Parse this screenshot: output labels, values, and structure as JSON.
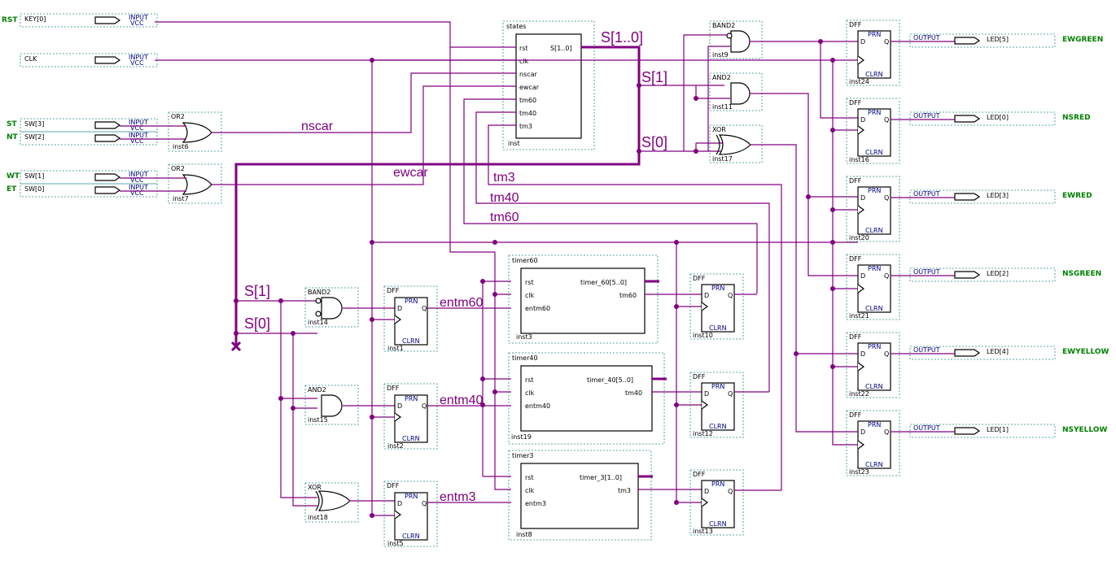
{
  "side_labels": {
    "rst": "RST",
    "st": "ST",
    "nt": "NT",
    "wt": "WT",
    "et": "ET"
  },
  "inputs": {
    "key0": "KEY[0]",
    "clk": "CLK",
    "sw3": "SW[3]",
    "sw2": "SW[2]",
    "sw1": "SW[1]",
    "sw0": "SW[0]",
    "input_word": "INPUT",
    "vcc_word": "VCC"
  },
  "or_gates": {
    "type": "OR2",
    "g1": "inst6",
    "g2": "inst7"
  },
  "states_block": {
    "header": "states",
    "inst": "inst",
    "pins": [
      "rst",
      "clk",
      "nscar",
      "ewcar",
      "tm60",
      "tm40",
      "tm3"
    ],
    "out": "S[1..0]"
  },
  "nets": {
    "bus": "S[1..0]",
    "s1": "S[1]",
    "s0": "S[0]",
    "nscar": "nscar",
    "ewcar": "ewcar",
    "tm3": "tm3",
    "tm40": "tm40",
    "tm60": "tm60",
    "entm60": "entm60",
    "entm40": "entm40",
    "entm3": "entm3",
    "bot_s1": "S[1]",
    "bot_s0": "S[0]"
  },
  "out_gates": [
    {
      "type": "BAND2",
      "inst": "inst9"
    },
    {
      "type": "AND2",
      "inst": "inst11"
    },
    {
      "type": "XOR",
      "inst": "inst17"
    }
  ],
  "lower_gates": [
    {
      "type": "BAND2",
      "inst": "inst14"
    },
    {
      "type": "AND2",
      "inst": "inst15"
    },
    {
      "type": "XOR",
      "inst": "inst18"
    }
  ],
  "dff_pins": {
    "type": "DFF",
    "prn": "PRN",
    "clrn": "CLRN",
    "d": "D",
    "q": "Q"
  },
  "dff_left": [
    "inst1",
    "inst2",
    "inst5"
  ],
  "dff_mid": [
    "inst10",
    "inst12",
    "inst13"
  ],
  "dff_right": [
    "inst24",
    "inst16",
    "inst20",
    "inst21",
    "inst22",
    "inst23"
  ],
  "timers": [
    {
      "header": "timer60",
      "inst": "inst3",
      "out": "timer_60[5..0]",
      "tm": "tm60",
      "pins": [
        "rst",
        "clk",
        "entm60"
      ]
    },
    {
      "header": "timer40",
      "inst": "inst19",
      "out": "timer_40[5..0]",
      "tm": "tm40",
      "pins": [
        "rst",
        "clk",
        "entm40"
      ]
    },
    {
      "header": "timer3",
      "inst": "inst8",
      "out": "timer_3[1..0]",
      "tm": "tm3",
      "pins": [
        "rst",
        "clk",
        "entm3"
      ]
    }
  ],
  "outputs": [
    {
      "port": "LED[5]",
      "name": "EWGREEN"
    },
    {
      "port": "LED[0]",
      "name": "NSRED"
    },
    {
      "port": "LED[3]",
      "name": "EWRED"
    },
    {
      "port": "LED[2]",
      "name": "NSGREEN"
    },
    {
      "port": "LED[4]",
      "name": "EWYELLOW"
    },
    {
      "port": "LED[1]",
      "name": "NSYELLOW"
    }
  ],
  "output_word": "OUTPUT",
  "colors": {
    "wire": "#800080",
    "green_label": "#008000",
    "dashed_frame": "#2a8a8a"
  }
}
